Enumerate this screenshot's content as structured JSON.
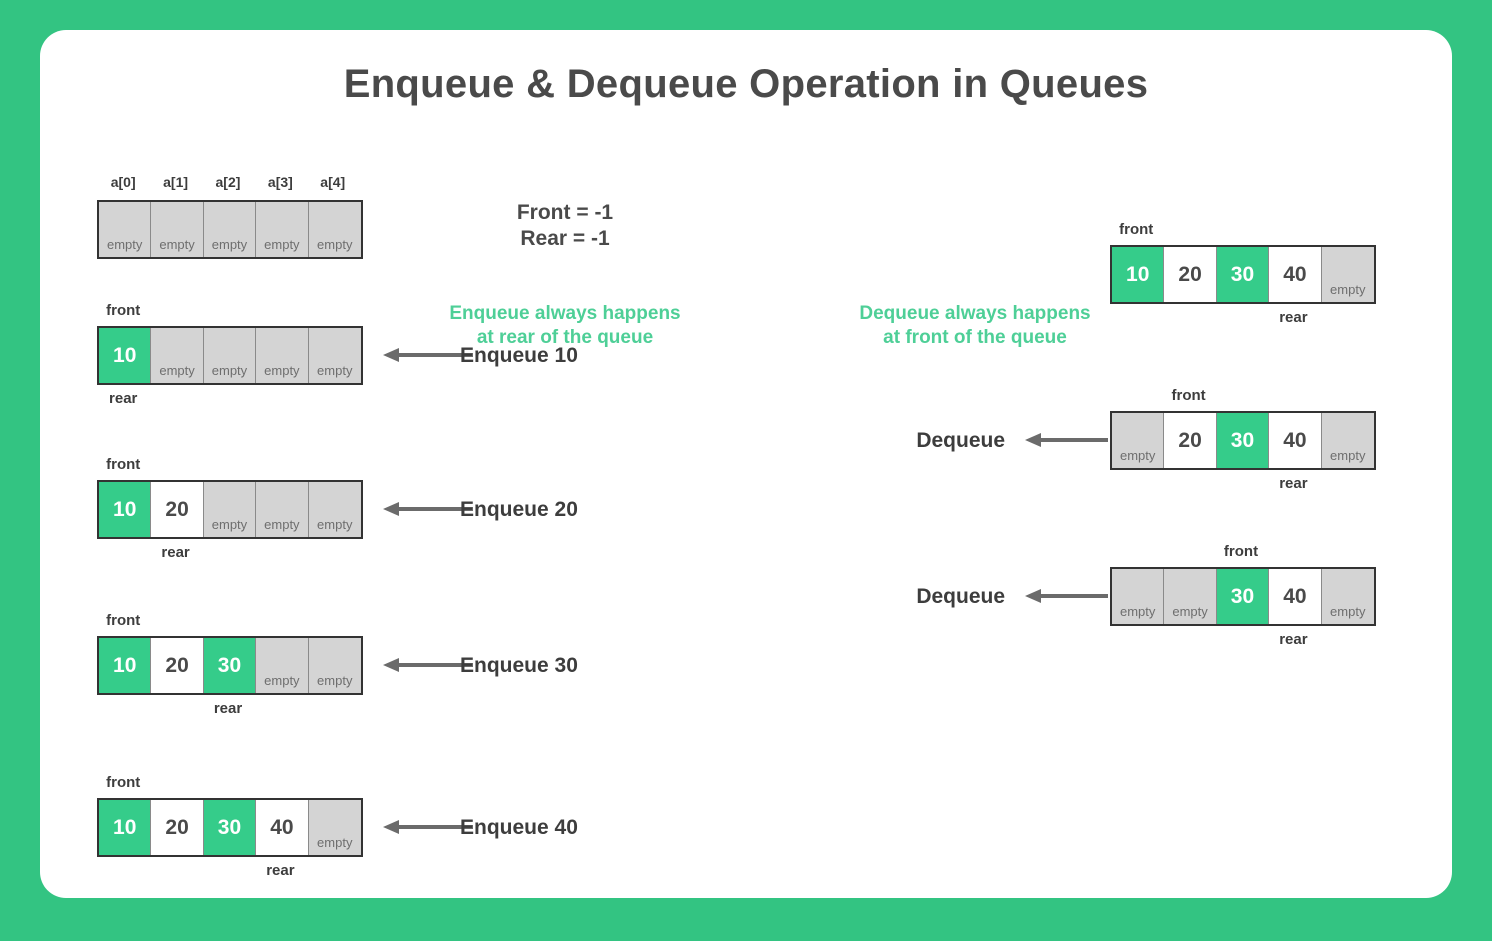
{
  "page": {
    "title": "Enqueue & Dequeue Operation in Queues",
    "bg_color": "#33c482",
    "card_color": "#ffffff",
    "accent_green": "#35cc8a",
    "note_green": "#4ecf97",
    "text_dark": "#4a4a4a",
    "empty_gray": "#d4d4d4"
  },
  "index_labels": [
    "a[0]",
    "a[1]",
    "a[2]",
    "a[3]",
    "a[4]"
  ],
  "state": {
    "front": "Front = -1",
    "rear": "Rear = -1",
    "combined": "Front = -1\nRear = -1"
  },
  "notes": {
    "enqueue": "Enqueue always happens\nat rear of the queue",
    "dequeue": "Dequeue always happens\nat front of the queue"
  },
  "labels": {
    "front": "front",
    "rear": "rear",
    "empty": "empty"
  },
  "enqueue_rows": [
    {
      "id": "initial",
      "show_index_labels": true,
      "cells": [
        {
          "value": "empty",
          "state": "gray"
        },
        {
          "value": "empty",
          "state": "gray"
        },
        {
          "value": "empty",
          "state": "gray"
        },
        {
          "value": "empty",
          "state": "gray"
        },
        {
          "value": "empty",
          "state": "gray"
        }
      ],
      "front_index": null,
      "rear_index": null,
      "operation": null
    },
    {
      "id": "enqueue-10",
      "show_index_labels": false,
      "cells": [
        {
          "value": "10",
          "state": "green"
        },
        {
          "value": "empty",
          "state": "gray"
        },
        {
          "value": "empty",
          "state": "gray"
        },
        {
          "value": "empty",
          "state": "gray"
        },
        {
          "value": "empty",
          "state": "gray"
        }
      ],
      "front_index": 0,
      "rear_index": 0,
      "operation": "Enqueue 10"
    },
    {
      "id": "enqueue-20",
      "show_index_labels": false,
      "cells": [
        {
          "value": "10",
          "state": "green"
        },
        {
          "value": "20",
          "state": "white"
        },
        {
          "value": "empty",
          "state": "gray"
        },
        {
          "value": "empty",
          "state": "gray"
        },
        {
          "value": "empty",
          "state": "gray"
        }
      ],
      "front_index": 0,
      "rear_index": 1,
      "operation": "Enqueue 20"
    },
    {
      "id": "enqueue-30",
      "show_index_labels": false,
      "cells": [
        {
          "value": "10",
          "state": "green"
        },
        {
          "value": "20",
          "state": "white"
        },
        {
          "value": "30",
          "state": "green"
        },
        {
          "value": "empty",
          "state": "gray"
        },
        {
          "value": "empty",
          "state": "gray"
        }
      ],
      "front_index": 0,
      "rear_index": 2,
      "operation": "Enqueue 30"
    },
    {
      "id": "enqueue-40",
      "show_index_labels": false,
      "cells": [
        {
          "value": "10",
          "state": "green"
        },
        {
          "value": "20",
          "state": "white"
        },
        {
          "value": "30",
          "state": "green"
        },
        {
          "value": "40",
          "state": "white"
        },
        {
          "value": "empty",
          "state": "gray"
        }
      ],
      "front_index": 0,
      "rear_index": 3,
      "operation": "Enqueue 40"
    }
  ],
  "dequeue_rows": [
    {
      "id": "dequeue-initial",
      "cells": [
        {
          "value": "10",
          "state": "green"
        },
        {
          "value": "20",
          "state": "white"
        },
        {
          "value": "30",
          "state": "green"
        },
        {
          "value": "40",
          "state": "white"
        },
        {
          "value": "empty",
          "state": "gray"
        }
      ],
      "front_index": 0,
      "rear_index": 3,
      "operation": null
    },
    {
      "id": "dequeue-1",
      "cells": [
        {
          "value": "empty",
          "state": "gray"
        },
        {
          "value": "20",
          "state": "white"
        },
        {
          "value": "30",
          "state": "green"
        },
        {
          "value": "40",
          "state": "white"
        },
        {
          "value": "empty",
          "state": "gray"
        }
      ],
      "front_index": 1,
      "rear_index": 3,
      "operation": "Dequeue"
    },
    {
      "id": "dequeue-2",
      "cells": [
        {
          "value": "empty",
          "state": "gray"
        },
        {
          "value": "empty",
          "state": "gray"
        },
        {
          "value": "30",
          "state": "green"
        },
        {
          "value": "40",
          "state": "white"
        },
        {
          "value": "empty",
          "state": "gray"
        }
      ],
      "front_index": 2,
      "rear_index": 3,
      "operation": "Dequeue"
    }
  ]
}
